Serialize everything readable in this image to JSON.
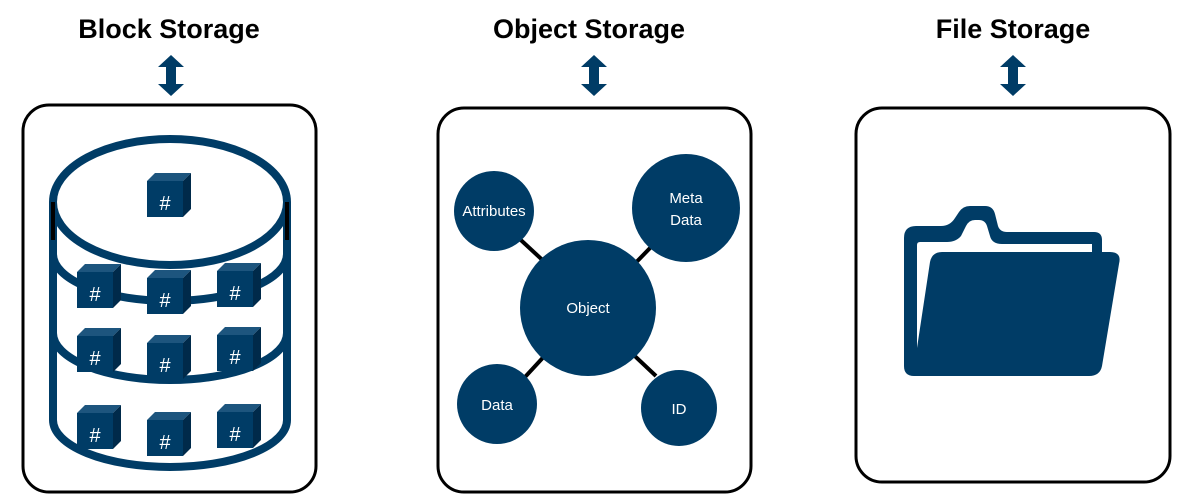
{
  "colors": {
    "primary": "#003c66",
    "outline": "#000000",
    "background": "#ffffff",
    "text_on_primary": "#ffffff"
  },
  "block_storage": {
    "title": "Block Storage",
    "block_label": "#",
    "icon": "database-cylinder-icon"
  },
  "object_storage": {
    "title": "Object Storage",
    "center_node": "Object",
    "nodes": [
      "Attributes",
      "Meta\nData",
      "Data",
      "ID"
    ]
  },
  "file_storage": {
    "title": "File Storage",
    "icon": "folder-icon"
  },
  "connector_icon": "double-arrow-vertical-icon"
}
